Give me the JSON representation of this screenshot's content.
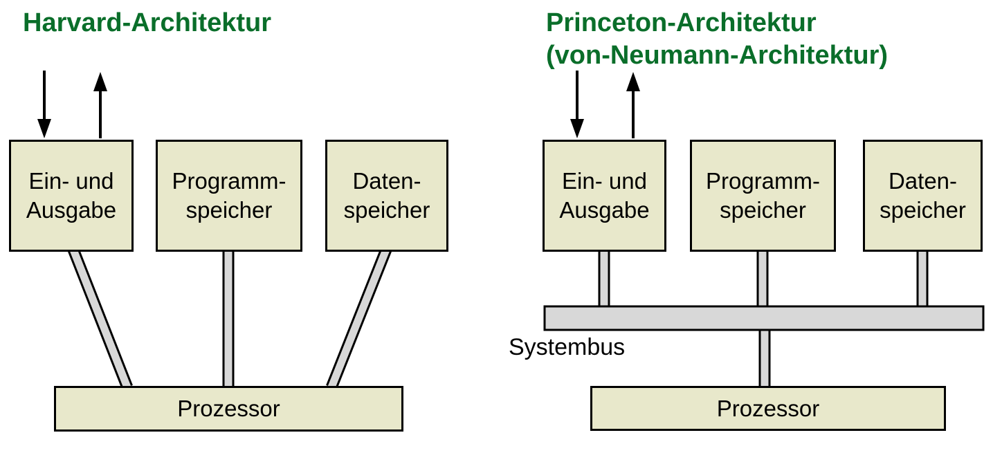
{
  "colors": {
    "title_green": "#0a6e2a",
    "box_fill": "#e8e8cb",
    "connector_gray": "#d8d8d8",
    "line_black": "#000000",
    "background": "#ffffff"
  },
  "diagrams": {
    "harvard": {
      "title": "Harvard-Architektur",
      "boxes": [
        {
          "line1": "Ein- und",
          "line2": "Ausgabe"
        },
        {
          "line1": "Programm-",
          "line2": "speicher"
        },
        {
          "line1": "Daten-",
          "line2": "speicher"
        }
      ],
      "processor_label": "Prozessor"
    },
    "princeton": {
      "title_line1": "Princeton-Architektur",
      "title_line2": "(von-Neumann-Architektur)",
      "boxes": [
        {
          "line1": "Ein- und",
          "line2": "Ausgabe"
        },
        {
          "line1": "Programm-",
          "line2": "speicher"
        },
        {
          "line1": "Daten-",
          "line2": "speicher"
        }
      ],
      "bus_label": "Systembus",
      "processor_label": "Prozessor"
    }
  }
}
